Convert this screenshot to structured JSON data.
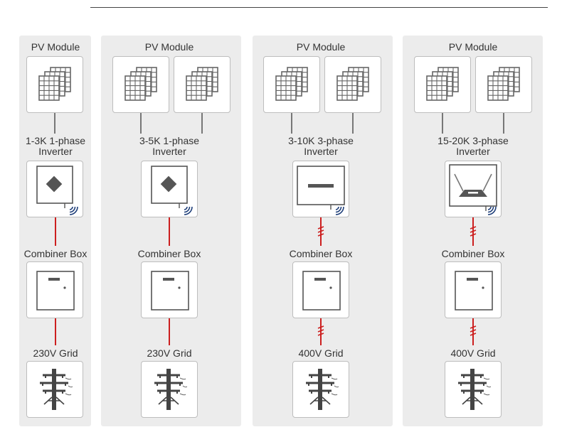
{
  "columns": [
    {
      "pv_label": "PV Module",
      "pv_panel_count": 1,
      "inverter_label": [
        "1-3K 1-phase",
        "Inverter"
      ],
      "inverter_style": "diamond",
      "inverter_to_combiner_wire": "single-red",
      "combiner_label": "Combiner Box",
      "combiner_to_grid_wire": "single-red",
      "grid_label": "230V Grid"
    },
    {
      "pv_label": "PV Module",
      "pv_panel_count": 2,
      "inverter_label": [
        "3-5K 1-phase",
        "Inverter"
      ],
      "inverter_style": "diamond",
      "inverter_to_combiner_wire": "single-red",
      "combiner_label": "Combiner Box",
      "combiner_to_grid_wire": "single-red",
      "grid_label": "230V Grid"
    },
    {
      "pv_label": "PV Module",
      "pv_panel_count": 2,
      "inverter_label": [
        "3-10K 3-phase",
        "Inverter"
      ],
      "inverter_style": "bar",
      "inverter_to_combiner_wire": "three-phase-red",
      "combiner_label": "Combiner Box",
      "combiner_to_grid_wire": "three-phase-red",
      "grid_label": "400V Grid"
    },
    {
      "pv_label": "PV Module",
      "pv_panel_count": 2,
      "inverter_label": [
        "15-20K 3-phase",
        "Inverter"
      ],
      "inverter_style": "router",
      "inverter_to_combiner_wire": "three-phase-red",
      "combiner_label": "Combiner Box",
      "combiner_to_grid_wire": "three-phase-red",
      "grid_label": "400V Grid"
    }
  ],
  "icons": {
    "pv": "solar-panel-icon",
    "inverter": "inverter-icon",
    "wifi": "wifi-signal-icon",
    "combiner": "combiner-box-icon",
    "grid": "power-tower-icon"
  },
  "colors": {
    "panel_background": "#ececec",
    "card_border": "#bdbdbd",
    "ac_wire": "#cc1f1f",
    "dc_wire": "#777777",
    "wifi": "#1f3f7a",
    "icon_stroke": "#555555"
  }
}
